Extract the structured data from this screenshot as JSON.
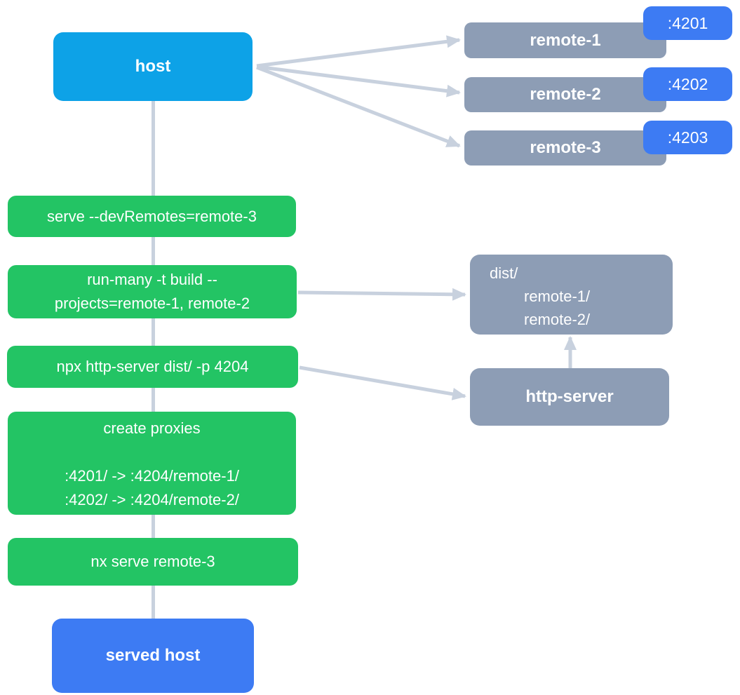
{
  "colors": {
    "host_blue": "#0da2e7",
    "accent_blue": "#3d7bf3",
    "green": "#23c464",
    "gray": "#8d9db5",
    "arrow": "#c8d1de",
    "text": "#ffffff"
  },
  "host": {
    "label": "host"
  },
  "remotes": [
    {
      "name": "remote-1",
      "port": ":4201"
    },
    {
      "name": "remote-2",
      "port": ":4202"
    },
    {
      "name": "remote-3",
      "port": ":4203"
    }
  ],
  "steps": {
    "serve": "serve --devRemotes=remote-3",
    "run_many_line1": "run-many -t build --",
    "run_many_line2": "projects=remote-1, remote-2",
    "http_server_cmd": "npx http-server dist/ -p 4204",
    "proxies_title": "create proxies",
    "proxy_1": ":4201/ -> :4204/remote-1/",
    "proxy_2": ":4202/ -> :4204/remote-2/",
    "nx_serve": "nx serve remote-3"
  },
  "dist": {
    "lines": [
      "dist/",
      "remote-1/",
      "remote-2/"
    ]
  },
  "http_server": {
    "label": "http-server"
  },
  "served_host": {
    "label": "served host"
  }
}
